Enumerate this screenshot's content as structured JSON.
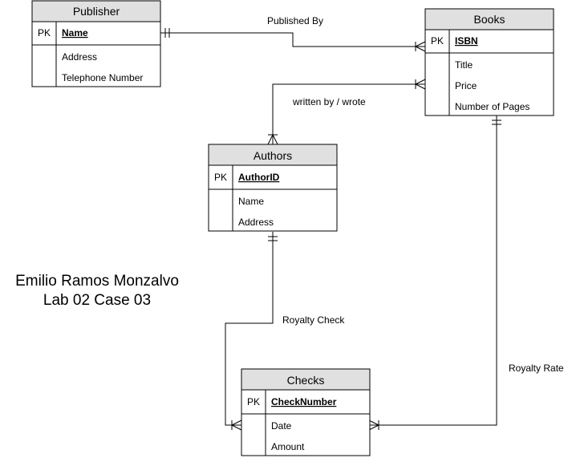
{
  "entities": {
    "publisher": {
      "title": "Publisher",
      "pk_label": "PK",
      "key": "Name",
      "fields": [
        "Address",
        "Telephone Number"
      ]
    },
    "books": {
      "title": "Books",
      "pk_label": "PK",
      "key": "ISBN",
      "fields": [
        "Title",
        "Price",
        "Number of Pages"
      ]
    },
    "authors": {
      "title": "Authors",
      "pk_label": "PK",
      "key": "AuthorID",
      "fields": [
        "Name",
        "Address"
      ]
    },
    "checks": {
      "title": "Checks",
      "pk_label": "PK",
      "key": "CheckNumber",
      "fields": [
        "Date",
        "Amount"
      ]
    }
  },
  "relationships": {
    "published_by": {
      "label": "Published By",
      "from": "Publisher",
      "to": "Books",
      "from_cardinality": "one-and-only-one",
      "to_cardinality": "one-or-many"
    },
    "written_by": {
      "label": "written by / wrote",
      "from": "Authors",
      "to": "Books",
      "from_cardinality": "one-or-many",
      "to_cardinality": "one-or-many"
    },
    "royalty_check": {
      "label": "Royalty Check",
      "from": "Authors",
      "to": "Checks",
      "from_cardinality": "one-and-only-one",
      "to_cardinality": "one-or-many"
    },
    "royalty_rate": {
      "label": "Royalty Rate",
      "from": "Books",
      "to": "Checks",
      "from_cardinality": "one-and-only-one",
      "to_cardinality": "one-or-many"
    }
  },
  "note": {
    "line1": "Emilio Ramos Monzalvo",
    "line2": "Lab 02 Case 03"
  }
}
